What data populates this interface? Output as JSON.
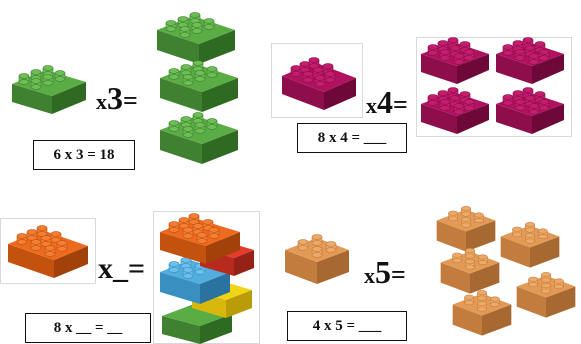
{
  "problems": [
    {
      "multiplier": "3",
      "times_sign": "x",
      "equals_sign": "=",
      "equation": "6 x 3 = 18",
      "brick_color": "#4f9a3a",
      "brick_icon": "green-2x3-brick-icon"
    },
    {
      "multiplier": "4",
      "times_sign": "x",
      "equals_sign": "=",
      "equation": "8 x 4 = ___",
      "brick_color": "#b0125f",
      "brick_icon": "magenta-2x4-brick-icon"
    },
    {
      "multiplier": "_",
      "times_sign": "x",
      "equals_sign": "=",
      "equation": "8 x __ = __",
      "brick_color": "#ee6a1e",
      "brick_icon": "orange-2x4-brick-icon",
      "tower_colors": [
        "#ee6a1e",
        "#e43b2b",
        "#53aee0",
        "#f2d417",
        "#4f9a3a"
      ]
    },
    {
      "multiplier": "5",
      "times_sign": "x",
      "equals_sign": "=",
      "equation": "4 x 5 = ___",
      "brick_color": "#e39a56",
      "brick_icon": "tan-2x2-brick-icon"
    }
  ]
}
